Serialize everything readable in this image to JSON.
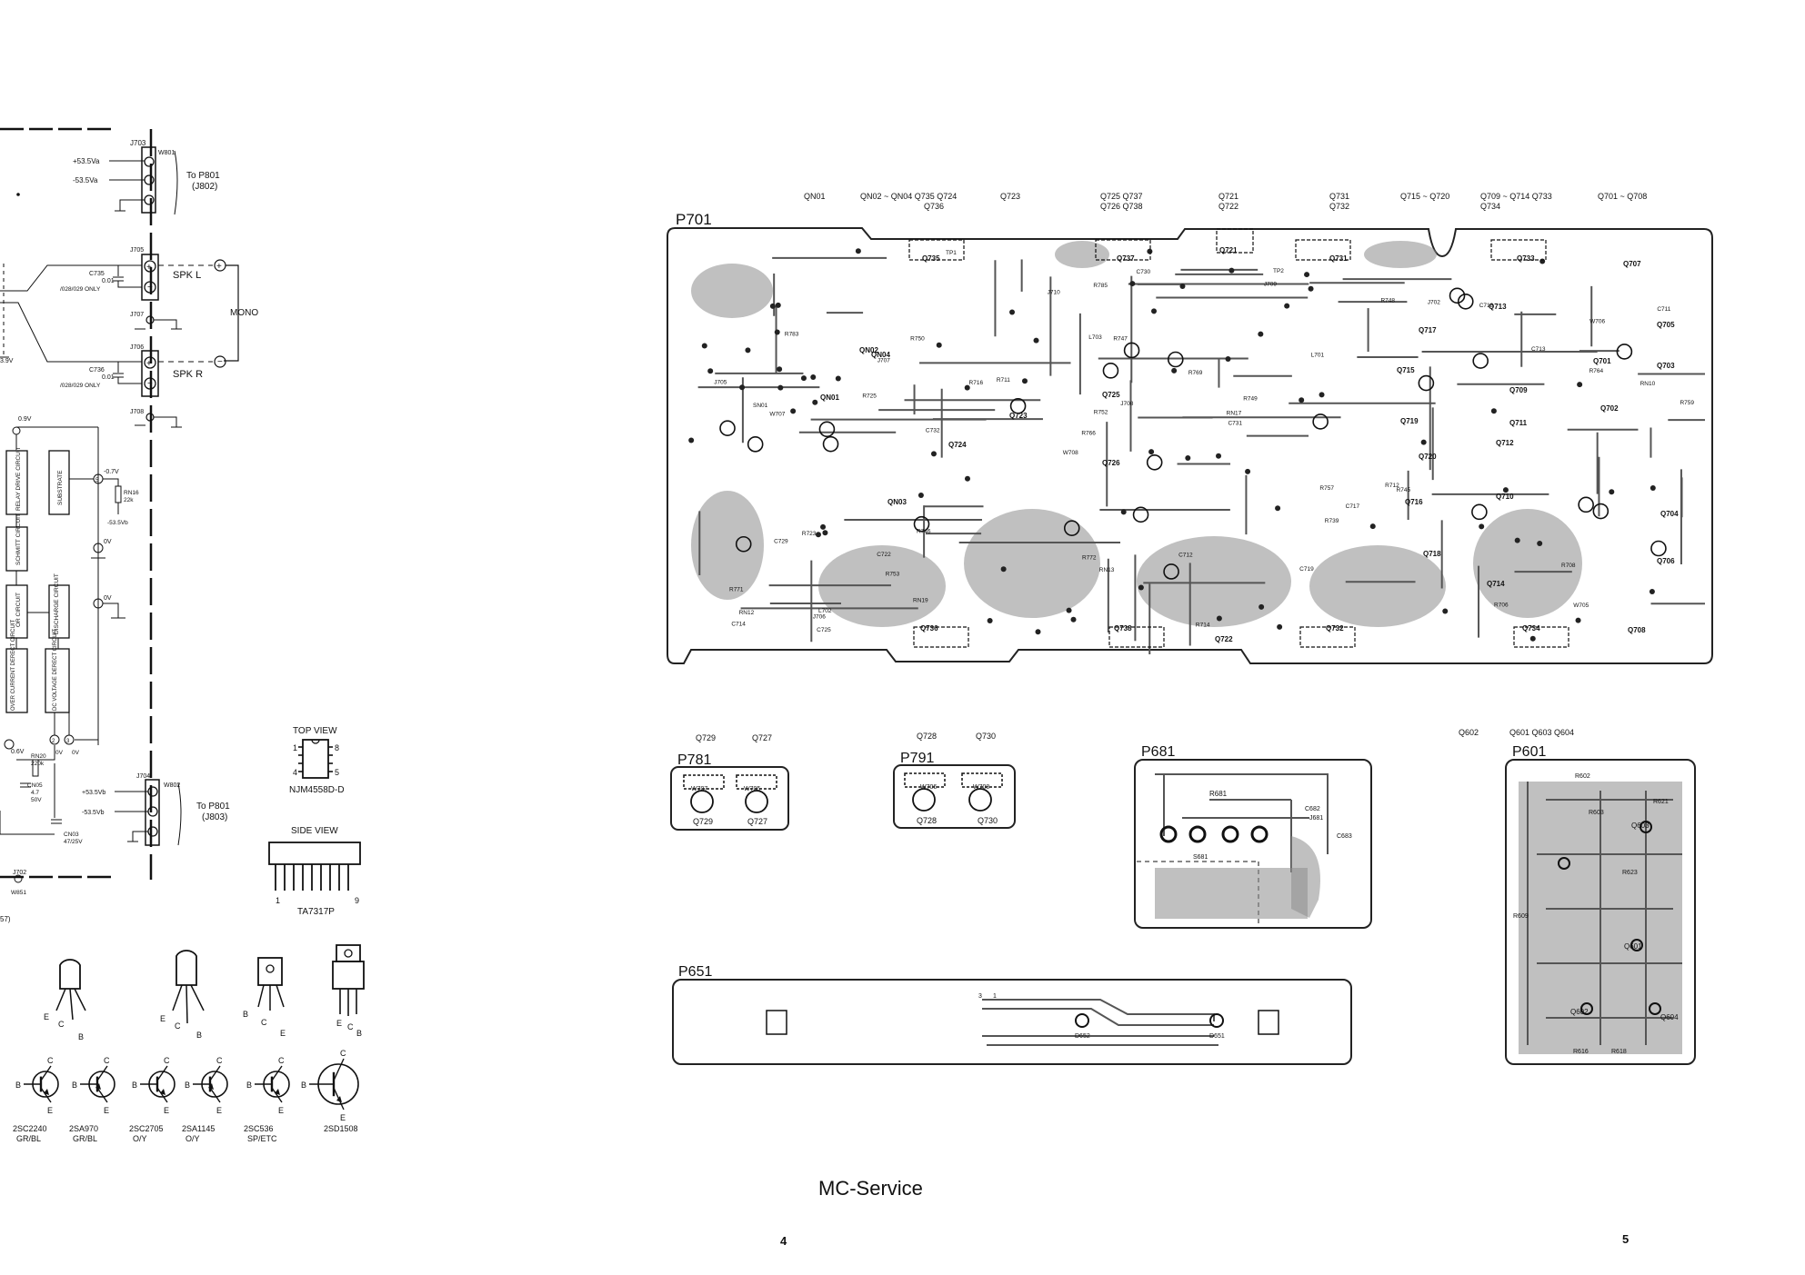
{
  "footer": {
    "brand": "MC-Service",
    "page_left": "4",
    "page_right": "5"
  },
  "schematic": {
    "j703": "J703",
    "w801": "W801",
    "p53_top": "+53.5Va",
    "m53_top": "-53.5Va",
    "to_p801_top": "To P801",
    "j802": "(J802)",
    "j705": "J705",
    "c735": "C735",
    "c735_val": "0.01",
    "c735_note": "/028/029 ONLY",
    "spk_l": "SPK L",
    "j707": "J707",
    "mono": "MONO",
    "j706": "J706",
    "c736": "C736",
    "c736_val": "0.01",
    "c736_note": "/028/029 ONLY",
    "spk_r": "SPK R",
    "j708": "J708",
    "v_09": "0.9V",
    "v_39": "3.9V",
    "block_relay": "RELAY DRIVE CIRCUIT",
    "block_substrate": "SUBSTRATE",
    "block_schmitt": "SCHMITT CIRCUIT",
    "block_or": "OR CIRCUIT",
    "block_discharge": "DISCHARGE CIRCUIT",
    "block_overcurrent": "OVER CURRENT DERECT CIRCUIT",
    "block_dcvoltage": "DC VOLTAGE DERECT CIRCUIT",
    "v_07": "-0.7V",
    "v_0a": "0V",
    "v_0b": "0V",
    "v_0c": "0V",
    "v_0d": "0V",
    "v_06": "0.6V",
    "rn16": "RN16",
    "rn16_val": "22k",
    "m53_vb": "-53.5Vb",
    "rn20": "RN20",
    "rn20_val": "220k",
    "cn05": "CN05",
    "cn05_val": "4.7",
    "cn05_v": "50V",
    "cn03": "CN03",
    "cn03_val": "47/25V",
    "j704": "J704",
    "w802": "W802",
    "p53_bot": "+53.5Vb",
    "m53_bot": "-53.5Vb",
    "to_p801_bot": "To P801",
    "j803": "(J803)",
    "j702": "J702",
    "w851": "W851",
    "ref_57": "57)"
  },
  "ic": {
    "top_view": "TOP VIEW",
    "njm": "NJM4558D-D",
    "side_view": "SIDE VIEW",
    "ta": "TA7317P",
    "pin_1": "1",
    "pin_4": "4",
    "pin_5": "5",
    "pin_8": "8",
    "pin_9": "9",
    "side_1": "1"
  },
  "transistors": [
    {
      "name": "2SC2240",
      "grade": "GR/BL"
    },
    {
      "name": "2SA970",
      "grade": "GR/BL"
    },
    {
      "name": "2SC2705",
      "grade": "O/Y"
    },
    {
      "name": "2SA1145",
      "grade": "O/Y"
    },
    {
      "name": "2SC536",
      "grade": "SP/ETC"
    },
    {
      "name": "2SD1508",
      "grade": ""
    }
  ],
  "pins": {
    "e": "E",
    "c": "C",
    "b": "B"
  },
  "pcb": {
    "p701": "P701",
    "p781": "P781",
    "p791": "P791",
    "p681": "P681",
    "p601": "P601",
    "p651": "P651"
  },
  "header_groups": [
    {
      "line1": "QN01",
      "line2": ""
    },
    {
      "line1": "QN02 ~ QN04  Q735  Q724",
      "line2": "Q736"
    },
    {
      "line1": "Q723",
      "line2": ""
    },
    {
      "line1": "Q725  Q737",
      "line2": "Q726  Q738"
    },
    {
      "line1": "Q721",
      "line2": "Q722"
    },
    {
      "line1": "Q731",
      "line2": "Q732"
    },
    {
      "line1": "Q715 ~ Q720",
      "line2": ""
    },
    {
      "line1": "Q709 ~ Q714  Q733",
      "line2": "Q734"
    },
    {
      "line1": "Q701 ~ Q708",
      "line2": ""
    }
  ],
  "p701_labels": [
    "Q735",
    "Q737",
    "Q721",
    "Q731",
    "Q733",
    "Q707",
    "Q713",
    "Q717",
    "Q705",
    "Q703",
    "QN04",
    "QN02",
    "Q723",
    "Q725",
    "Q724",
    "Q726",
    "Q715",
    "Q709",
    "Q711",
    "Q719",
    "Q712",
    "Q710",
    "Q716",
    "Q720",
    "Q718",
    "Q714",
    "Q704",
    "Q706",
    "Q708",
    "Q701",
    "Q702",
    "QN03",
    "QN01",
    "Q736",
    "Q738",
    "Q722",
    "Q732",
    "Q734",
    "W705",
    "W707",
    "W706",
    "W708",
    "L701",
    "L702",
    "L703",
    "R769",
    "R723",
    "R711",
    "R771",
    "R753",
    "R747",
    "R749",
    "R745",
    "R783",
    "R785",
    "R759",
    "R757",
    "R764",
    "R766",
    "R772",
    "R752",
    "R750",
    "R748",
    "R746",
    "R706",
    "R708",
    "R712",
    "R714",
    "R716",
    "R725",
    "R739",
    "RN19",
    "RN10",
    "RN17",
    "RN12",
    "RN13",
    "C731",
    "C729",
    "C713",
    "C711",
    "C717",
    "C719",
    "C722",
    "C725",
    "C714",
    "C712",
    "C718",
    "C730",
    "C732",
    "J705",
    "J707",
    "J702",
    "J706",
    "J709",
    "J710",
    "J708",
    "SN01",
    "TP1",
    "TP2"
  ],
  "p781_labels": {
    "top_left": "Q729",
    "top_right": "Q727",
    "w_left": "W707",
    "w_right": "W705",
    "bot_left": "Q729",
    "bot_right": "Q727"
  },
  "p791_labels": {
    "top_left": "Q728",
    "top_right": "Q730",
    "w_left": "W706",
    "w_right": "W708",
    "bot_left": "Q728",
    "bot_right": "Q730"
  },
  "p681_labels": {
    "r681": "R681",
    "c682": "C682",
    "c683": "C683",
    "s681": "S681",
    "j681": "J681"
  },
  "p601_labels": {
    "top1": "Q602",
    "top2": "Q601 Q603  Q604",
    "r602": "R602",
    "r603": "R603",
    "r621": "R621",
    "q603": "Q603",
    "r623": "R623",
    "r609": "R609",
    "q601": "Q601",
    "q602": "Q602",
    "q604": "Q604",
    "r616": "R616",
    "r618": "R618"
  },
  "p651_labels": {
    "d652": "D652",
    "d651": "D651",
    "pin3": "3",
    "pin1": "1"
  }
}
